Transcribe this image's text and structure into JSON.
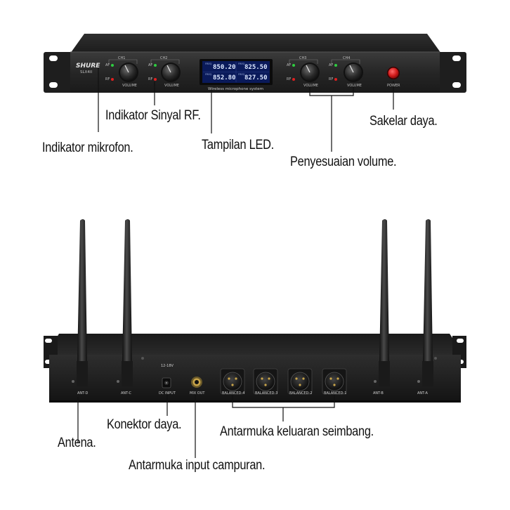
{
  "front": {
    "brand": "SHURE",
    "model": "SLX4II",
    "lcd_caption": "Wireless microphone system",
    "channel_labels": [
      "CH1",
      "CH2",
      "CH3",
      "CH4"
    ],
    "af_label": "AF",
    "rf_label": "RF",
    "volume_label": "VOLUME",
    "power_label": "POWER",
    "lcd": {
      "freq_label": "FREQ",
      "ch_a": "850.20",
      "ch_b": "825.50",
      "ch_c": "852.80",
      "ch_d": "827.50"
    }
  },
  "rear": {
    "ant_labels": [
      "ANT-D",
      "ANT-C",
      "ANT-B",
      "ANT-A"
    ],
    "dc_voltage": "12-18V",
    "dc_input": "DC INPUT",
    "mix_out": "MIX OUT",
    "balanced": [
      "BALANCED-4",
      "BALANCED-3",
      "BALANCED-2",
      "BALANCED-1"
    ]
  },
  "callouts": {
    "rf_indicator": "Indikator Sinyal RF.",
    "mic_indicator": "Indikator mikrofon.",
    "led_display": "Tampilan LED.",
    "volume_adjust": "Penyesuaian volume.",
    "power_switch": "Sakelar daya.",
    "antenna": "Antena.",
    "power_connector": "Konektor daya.",
    "balanced_output": "Antarmuka keluaran seimbang.",
    "mix_input": "Antarmuka input campuran."
  },
  "colors": {
    "chassis": "#2a2a2a",
    "power_button": "#d11a1a",
    "lcd_bg": "#0a1a5a",
    "af_led": "#2ecc40",
    "rf_led": "#e02020"
  }
}
